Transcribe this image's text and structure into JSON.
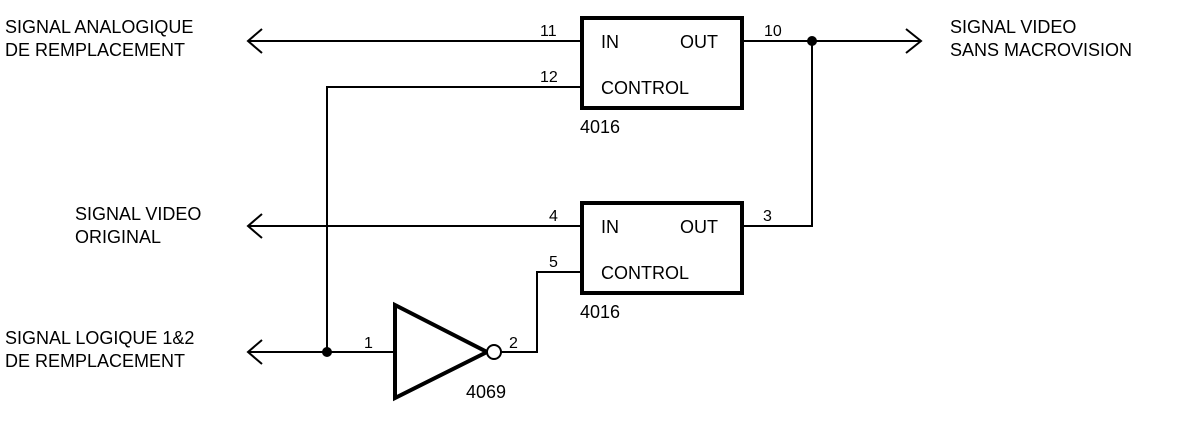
{
  "signals": {
    "analog_replacement": [
      "SIGNAL ANALOGIQUE",
      "DE REMPLACEMENT"
    ],
    "video_no_macrovision": [
      "SIGNAL VIDEO",
      "SANS MACROVISION"
    ],
    "video_original": [
      "SIGNAL VIDEO",
      "ORIGINAL"
    ],
    "logic_replacement": [
      "SIGNAL LOGIQUE 1&2",
      "DE REMPLACEMENT"
    ]
  },
  "switch_top": {
    "in_label": "IN",
    "out_label": "OUT",
    "control_label": "CONTROL",
    "part": "4016",
    "pin_in": "11",
    "pin_out": "10",
    "pin_control": "12"
  },
  "switch_bottom": {
    "in_label": "IN",
    "out_label": "OUT",
    "control_label": "CONTROL",
    "part": "4016",
    "pin_in": "4",
    "pin_out": "3",
    "pin_control": "5"
  },
  "inverter": {
    "part": "4069",
    "pin_in": "1",
    "pin_out": "2"
  }
}
